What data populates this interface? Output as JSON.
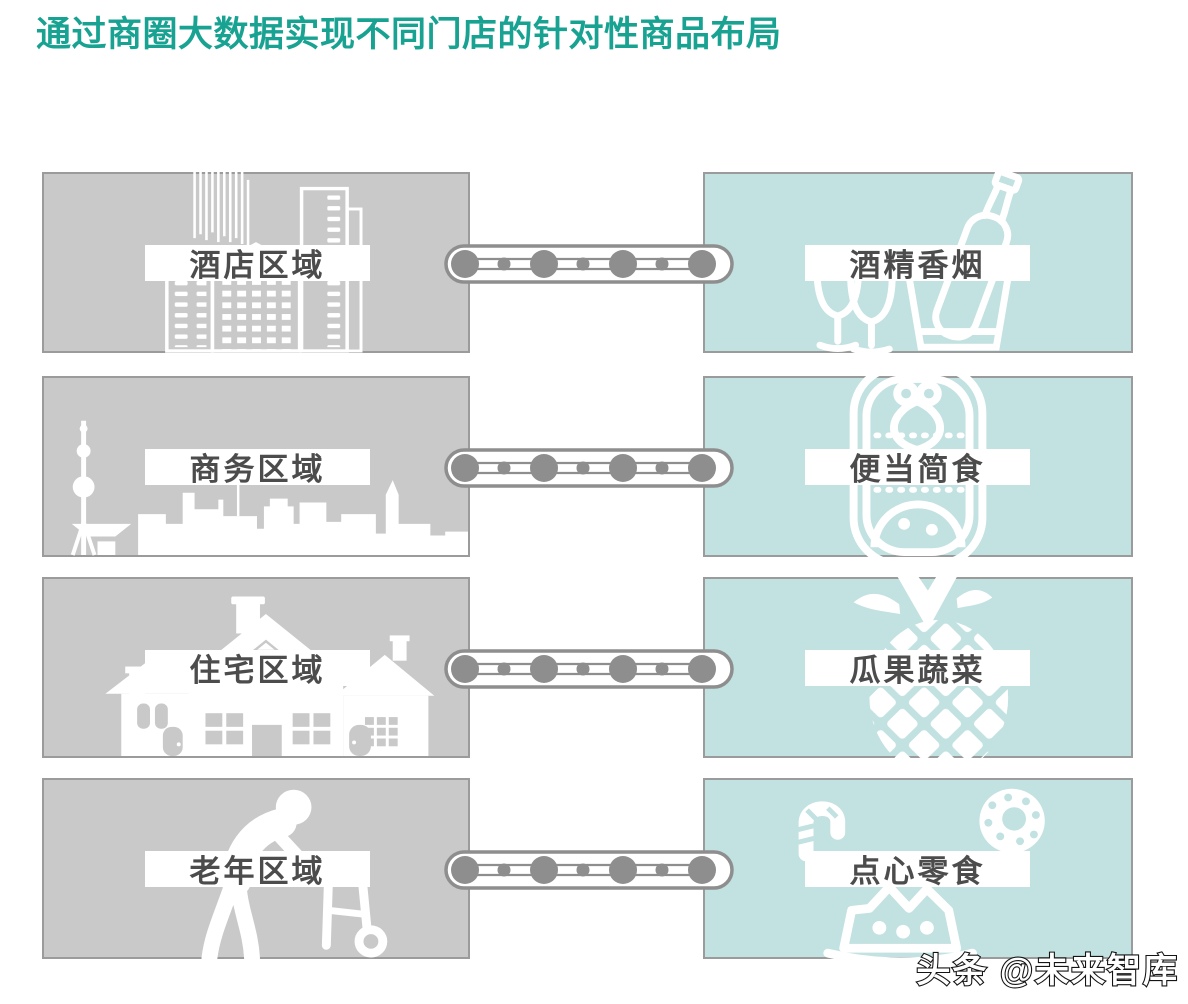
{
  "title": "通过商圈大数据实现不同门店的针对性商品布局",
  "colors": {
    "title": "#18a291",
    "gray": "#c9c9c9",
    "teal": "#c2e1e1",
    "border": "#9b9b9b",
    "label": "#4c4c4c",
    "connector": "#8e8e8e",
    "icon": "#ffffff"
  },
  "connector_icon": "dots-link-icon",
  "rows": [
    {
      "area_label": "酒店区域",
      "area_icon": "hotel-buildings-icon",
      "product_label": "酒精香烟",
      "product_icon": "wine-bucket-icon"
    },
    {
      "area_label": "商务区域",
      "area_icon": "city-skyline-icon",
      "product_label": "便当简食",
      "product_icon": "bento-box-icon"
    },
    {
      "area_label": "住宅区域",
      "area_icon": "houses-icon",
      "product_label": "瓜果蔬菜",
      "product_icon": "pineapple-icon"
    },
    {
      "area_label": "老年区域",
      "area_icon": "elderly-person-icon",
      "product_label": "点心零食",
      "product_icon": "snacks-icon"
    }
  ],
  "watermark": "头条 @未来智库"
}
